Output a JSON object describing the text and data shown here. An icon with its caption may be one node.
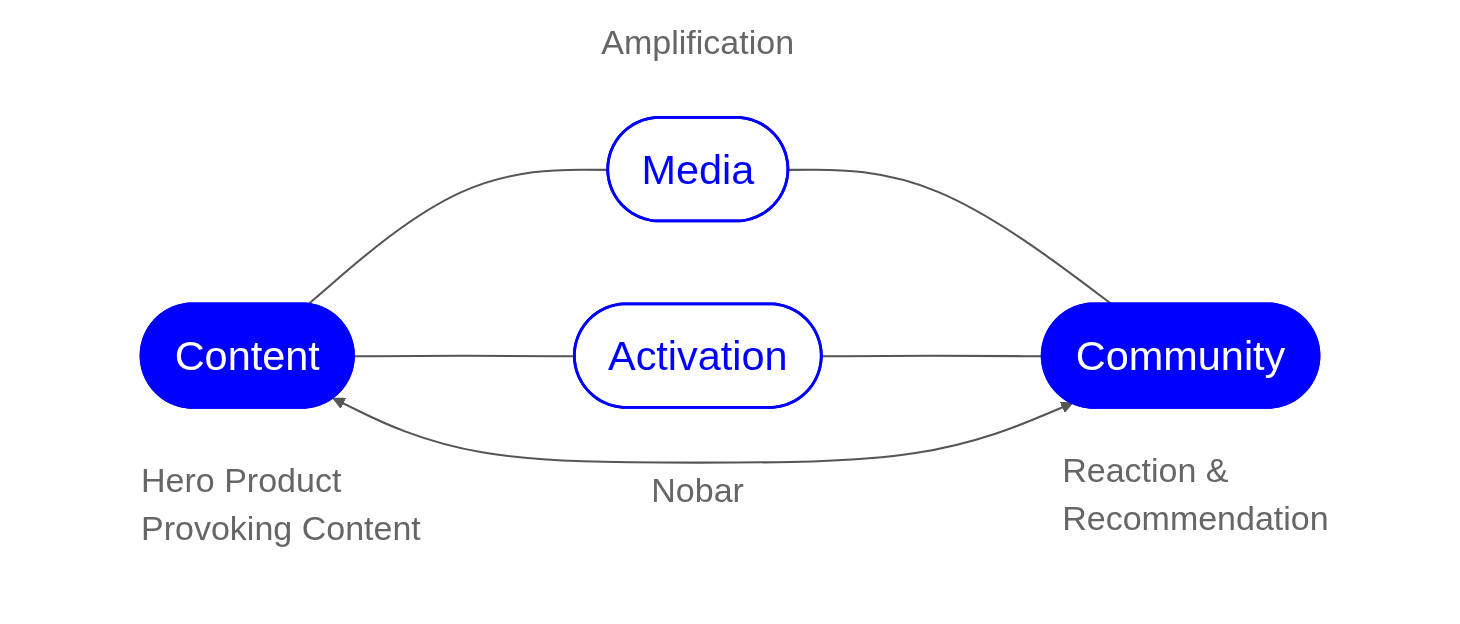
{
  "diagram": {
    "nodes": [
      {
        "text": [
          "Content"
        ],
        "beside": [
          "Hero Product Provoking Content"
        ]
      },
      {
        "text": [
          "Media"
        ],
        "beside": [
          "Amplification"
        ]
      },
      {
        "text": [
          "Community"
        ],
        "beside": [
          "Reaction & Recommendation"
        ]
      },
      {
        "text": [
          "Activation"
        ],
        "beside": [
          "Nobar"
        ]
      }
    ],
    "edges": [
      {
        "from": 0,
        "to": 1,
        "arrow": "none"
      },
      {
        "from": 1,
        "to": 2,
        "arrow": "none"
      },
      {
        "from": 0,
        "to": 3,
        "arrow": "none"
      },
      {
        "from": 3,
        "to": 2,
        "arrow": "none"
      },
      {
        "from": 0,
        "to": 2,
        "arrow": "both"
      }
    ]
  }
}
